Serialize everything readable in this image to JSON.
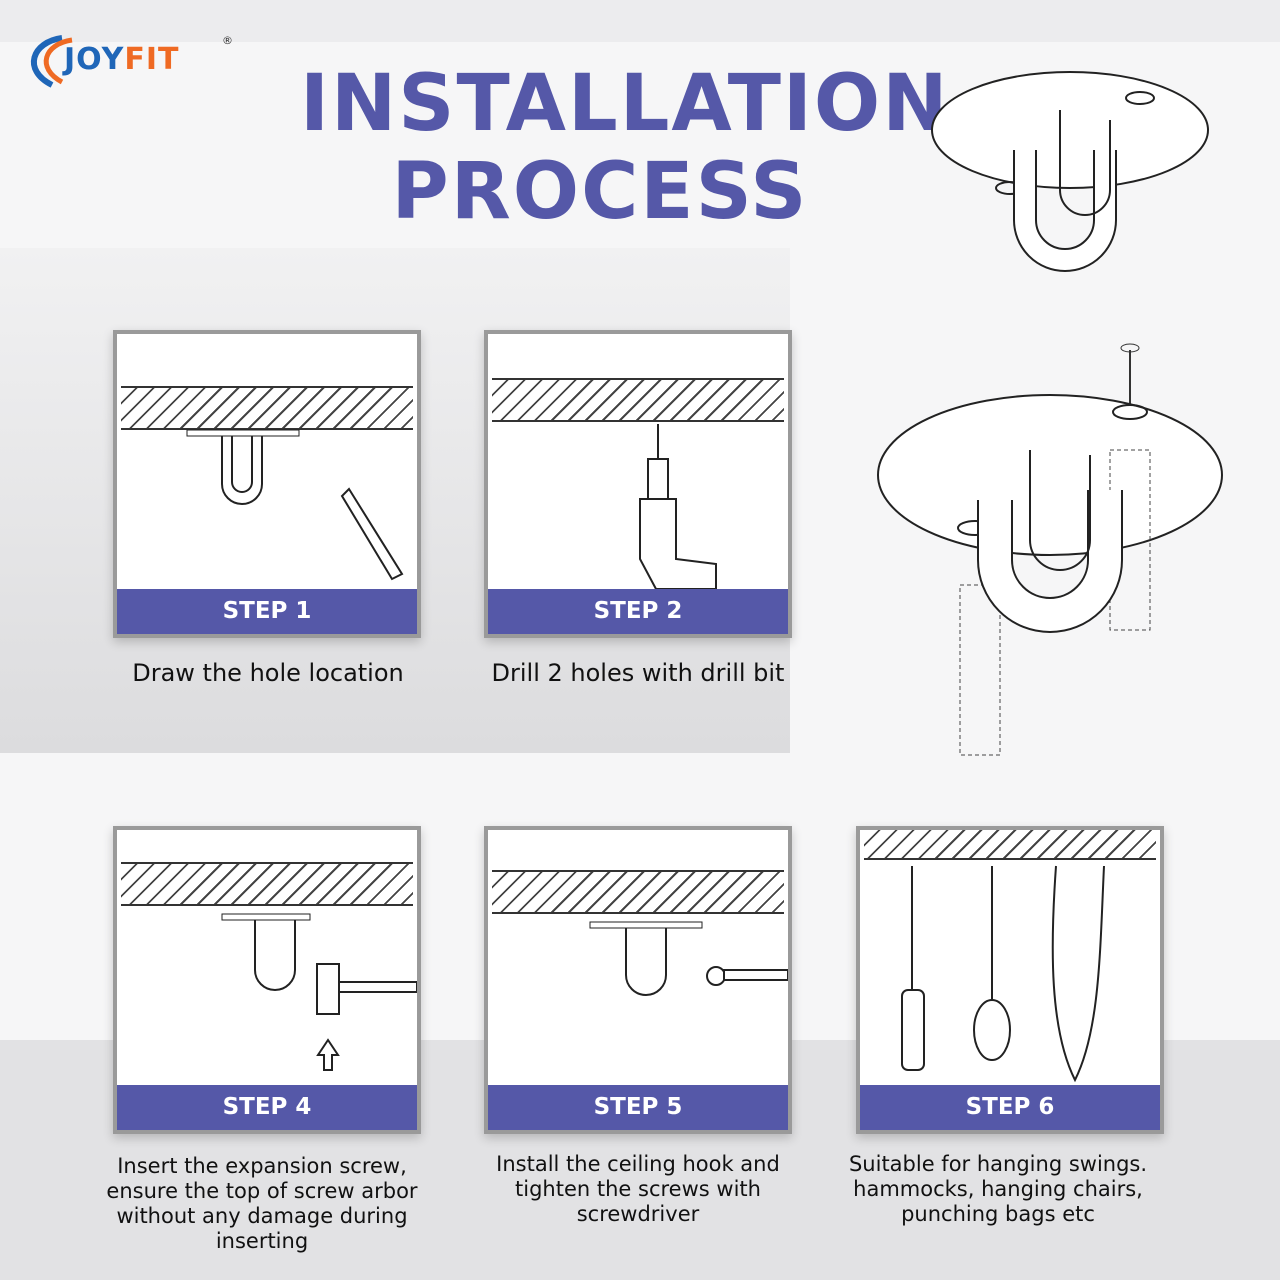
{
  "brand": {
    "name_part1": "JOY",
    "name_part2": "FIT",
    "registered": "®"
  },
  "title": {
    "line1": "INSTALLATION",
    "line2": "PROCESS"
  },
  "colors": {
    "accent": "#5558a8",
    "logo_blue": "#1f66b8",
    "logo_orange": "#ef6a23"
  },
  "steps": [
    {
      "label": "STEP 1",
      "description": "Draw the hole location"
    },
    {
      "label": "STEP 2",
      "description": "Drill 2 holes with drill bit"
    },
    {
      "label": "STEP 4",
      "description": "Insert the expansion screw, ensure the top of screw arbor without any damage during inserting"
    },
    {
      "label": "STEP 5",
      "description": "Install the ceiling hook and tighten the screws with screwdriver"
    },
    {
      "label": "STEP 6",
      "description": "Suitable for hanging swings. hammocks, hanging chairs, punching bags etc"
    }
  ]
}
